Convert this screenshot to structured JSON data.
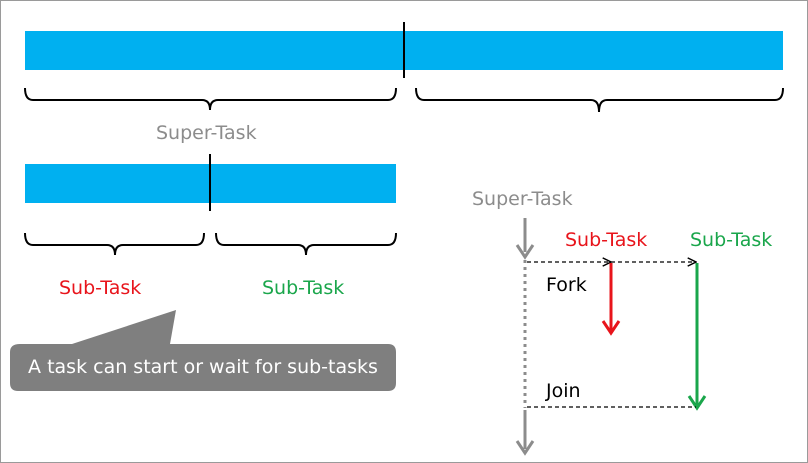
{
  "colors": {
    "bar": "#00b0f0",
    "super_task_label": "#8c8c8c",
    "subtask_a": "#e8141b",
    "subtask_b": "#1aa64b",
    "callout_bg": "#7f7f7f",
    "callout_text": "#ffffff",
    "arrow_gray": "#8c8c8c",
    "frame": "#9a9a9a"
  },
  "top_section": {
    "super_task_label": "Super-Task"
  },
  "middle_section": {
    "subtask_left_label": "Sub-Task",
    "subtask_right_label": "Sub-Task"
  },
  "callout": {
    "text": "A task can start or wait for sub-tasks"
  },
  "fork_join_diagram": {
    "super_task_label": "Super-Task",
    "subtask_red_label": "Sub-Task",
    "subtask_green_label": "Sub-Task",
    "fork_label": "Fork",
    "join_label": "Join"
  }
}
